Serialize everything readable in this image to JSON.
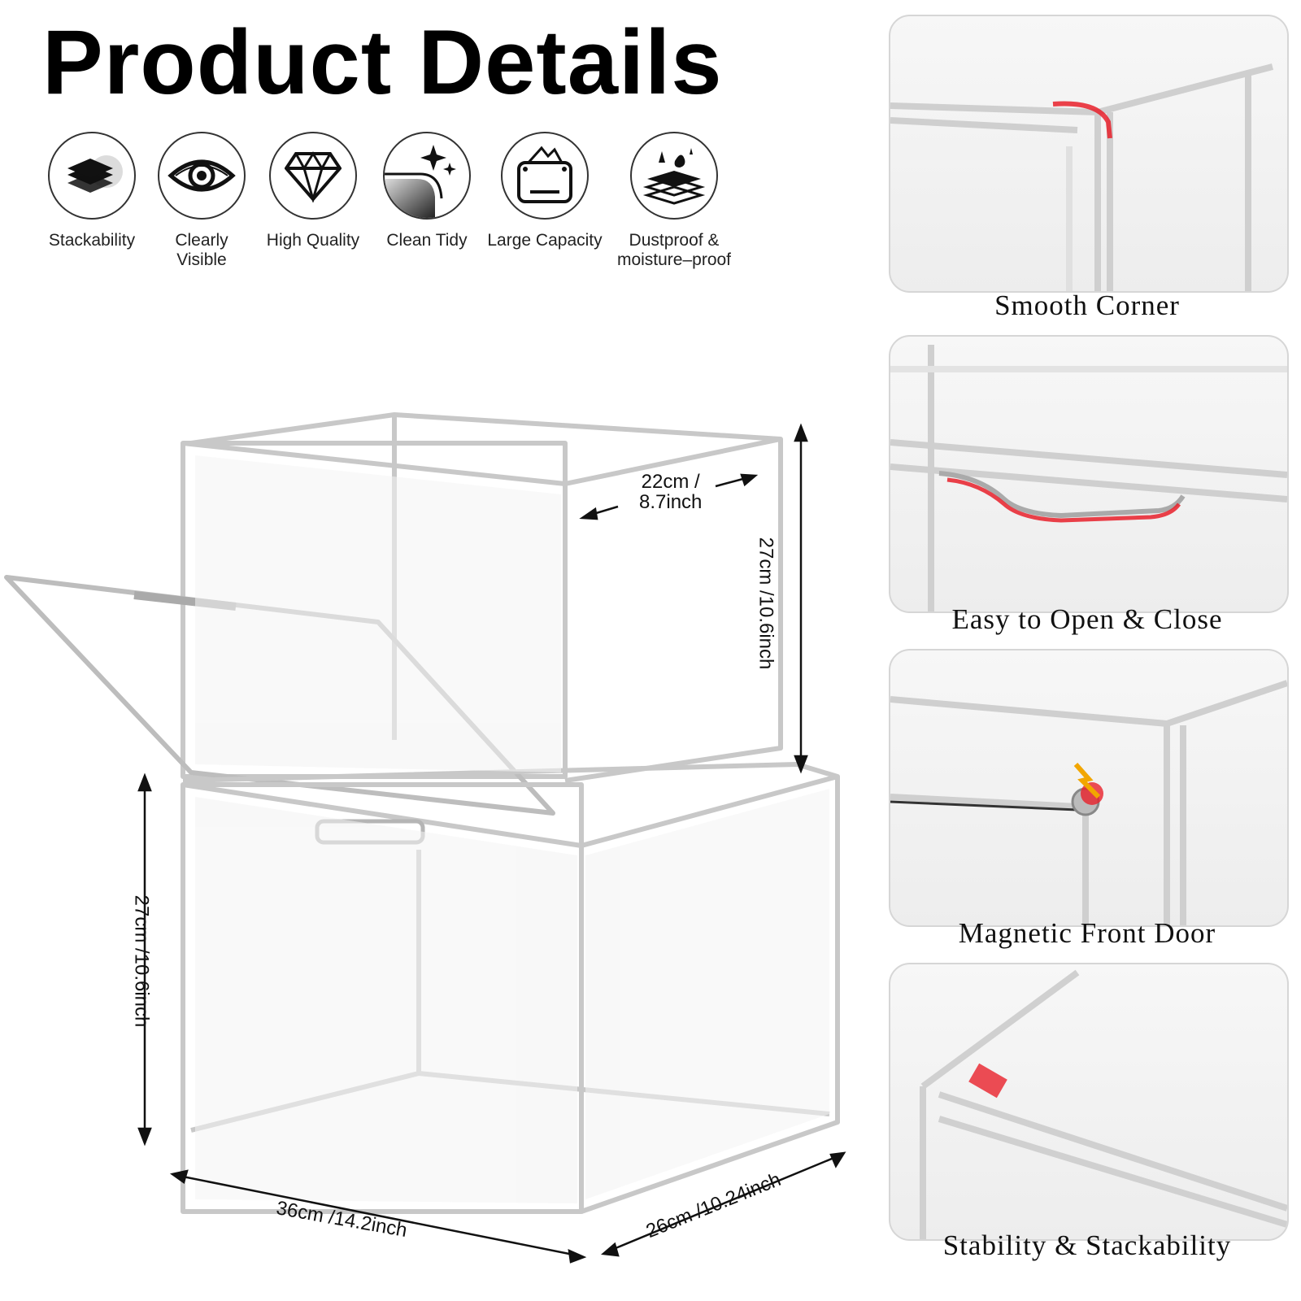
{
  "header": {
    "title": "Product Details"
  },
  "features": [
    {
      "label": "Stackability",
      "icon": "stack-layers-icon"
    },
    {
      "label": "Clearly\nVisible",
      "icon": "eye-icon"
    },
    {
      "label": "High Quality",
      "icon": "diamond-icon"
    },
    {
      "label": "Clean Tidy",
      "icon": "sparkle-icon"
    },
    {
      "label": "Large Capacity",
      "icon": "box-capacity-icon"
    },
    {
      "label": "Dustproof &\nmoisture–proof",
      "icon": "moisture-shield-icon"
    }
  ],
  "dimensions": {
    "depth_top": "22cm /\n8.7inch",
    "height_right": "27cm /10.6inch",
    "height_left": "27cm /10.6inch",
    "width_bottom": "36cm /14.2inch",
    "depth_bottom": "26cm /10.24inch"
  },
  "detail_panels": [
    {
      "caption": "Smooth Corner"
    },
    {
      "caption": "Easy to Open & Close"
    },
    {
      "caption": "Magnetic Front Door"
    },
    {
      "caption": "Stability & Stackability"
    }
  ],
  "colors": {
    "highlight": "#e8202a",
    "frame": "#c9c9c9",
    "text": "#111111"
  }
}
